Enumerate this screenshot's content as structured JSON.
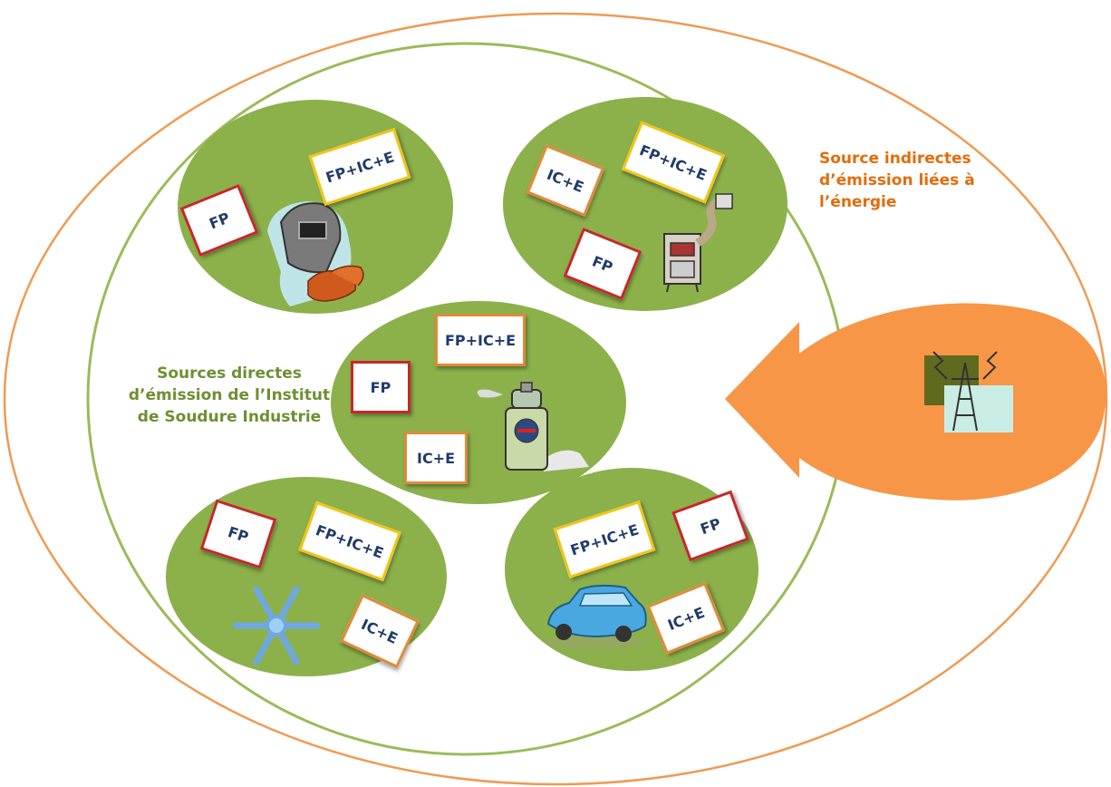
{
  "colors": {
    "outer_ring": "#ef9a52",
    "inner_ring": "#9bbb59",
    "bubble_fill": "#8cb14b",
    "arrow_fill": "#f79646",
    "label_direct": "#6e8f32",
    "label_indirect": "#e36c09"
  },
  "labels": {
    "direct_sources": "Sources directes\nd’émission de l’Institut\nde Soudure Industrie",
    "indirect_sources": "Source indirectes\nd’émission liées à\nl’énergie"
  },
  "clusters": [
    {
      "id": "welding",
      "icon": "welding-mask-gloves-icon",
      "cards": [
        {
          "text": "FP+IC+E"
        },
        {
          "text": "FP"
        }
      ]
    },
    {
      "id": "heater",
      "icon": "heater-appliance-icon",
      "cards": [
        {
          "text": "FP+IC+E"
        },
        {
          "text": "IC+E"
        },
        {
          "text": "FP"
        }
      ]
    },
    {
      "id": "spray",
      "icon": "spray-can-icon",
      "cards": [
        {
          "text": "FP+IC+E"
        },
        {
          "text": "FP"
        },
        {
          "text": "IC+E"
        }
      ]
    },
    {
      "id": "cooling",
      "icon": "snowflake-icon",
      "cards": [
        {
          "text": "FP"
        },
        {
          "text": "FP+IC+E"
        },
        {
          "text": "IC+E"
        }
      ]
    },
    {
      "id": "vehicle",
      "icon": "car-icon",
      "cards": [
        {
          "text": "FP+IC+E"
        },
        {
          "text": "FP"
        },
        {
          "text": "IC+E"
        }
      ]
    }
  ],
  "energy_icon": "power-pylon-icon"
}
